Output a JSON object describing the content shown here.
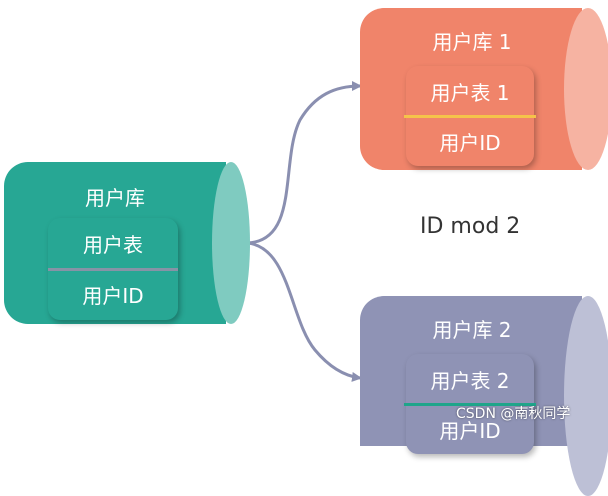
{
  "colors": {
    "main_db": "#27a794",
    "shard_1": "#f0846a",
    "shard_2": "#8f93b5",
    "arrow": "#8a8fb0"
  },
  "main_db": {
    "title": "用户库",
    "table_name": "用户表",
    "column": "用户ID"
  },
  "shard_1": {
    "title": "用户库 1",
    "table_name": "用户表 1",
    "column": "用户ID"
  },
  "shard_2": {
    "title": "用户库 2",
    "table_name": "用户表 2",
    "column": "用户ID"
  },
  "rule_label": "ID mod 2",
  "watermark": "CSDN @南秋同学"
}
